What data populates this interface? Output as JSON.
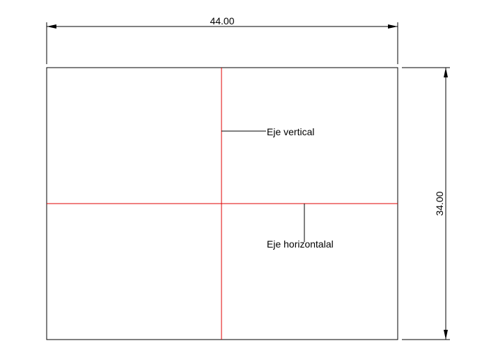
{
  "dimensions": {
    "width_label": "44.00",
    "height_label": "34.00"
  },
  "annotations": {
    "vertical_axis_label": "Eje vertical",
    "horizontal_axis_label": "Eje horizontalal"
  },
  "colors": {
    "outline": "#000000",
    "axis": "#e00000",
    "background": "#ffffff"
  }
}
